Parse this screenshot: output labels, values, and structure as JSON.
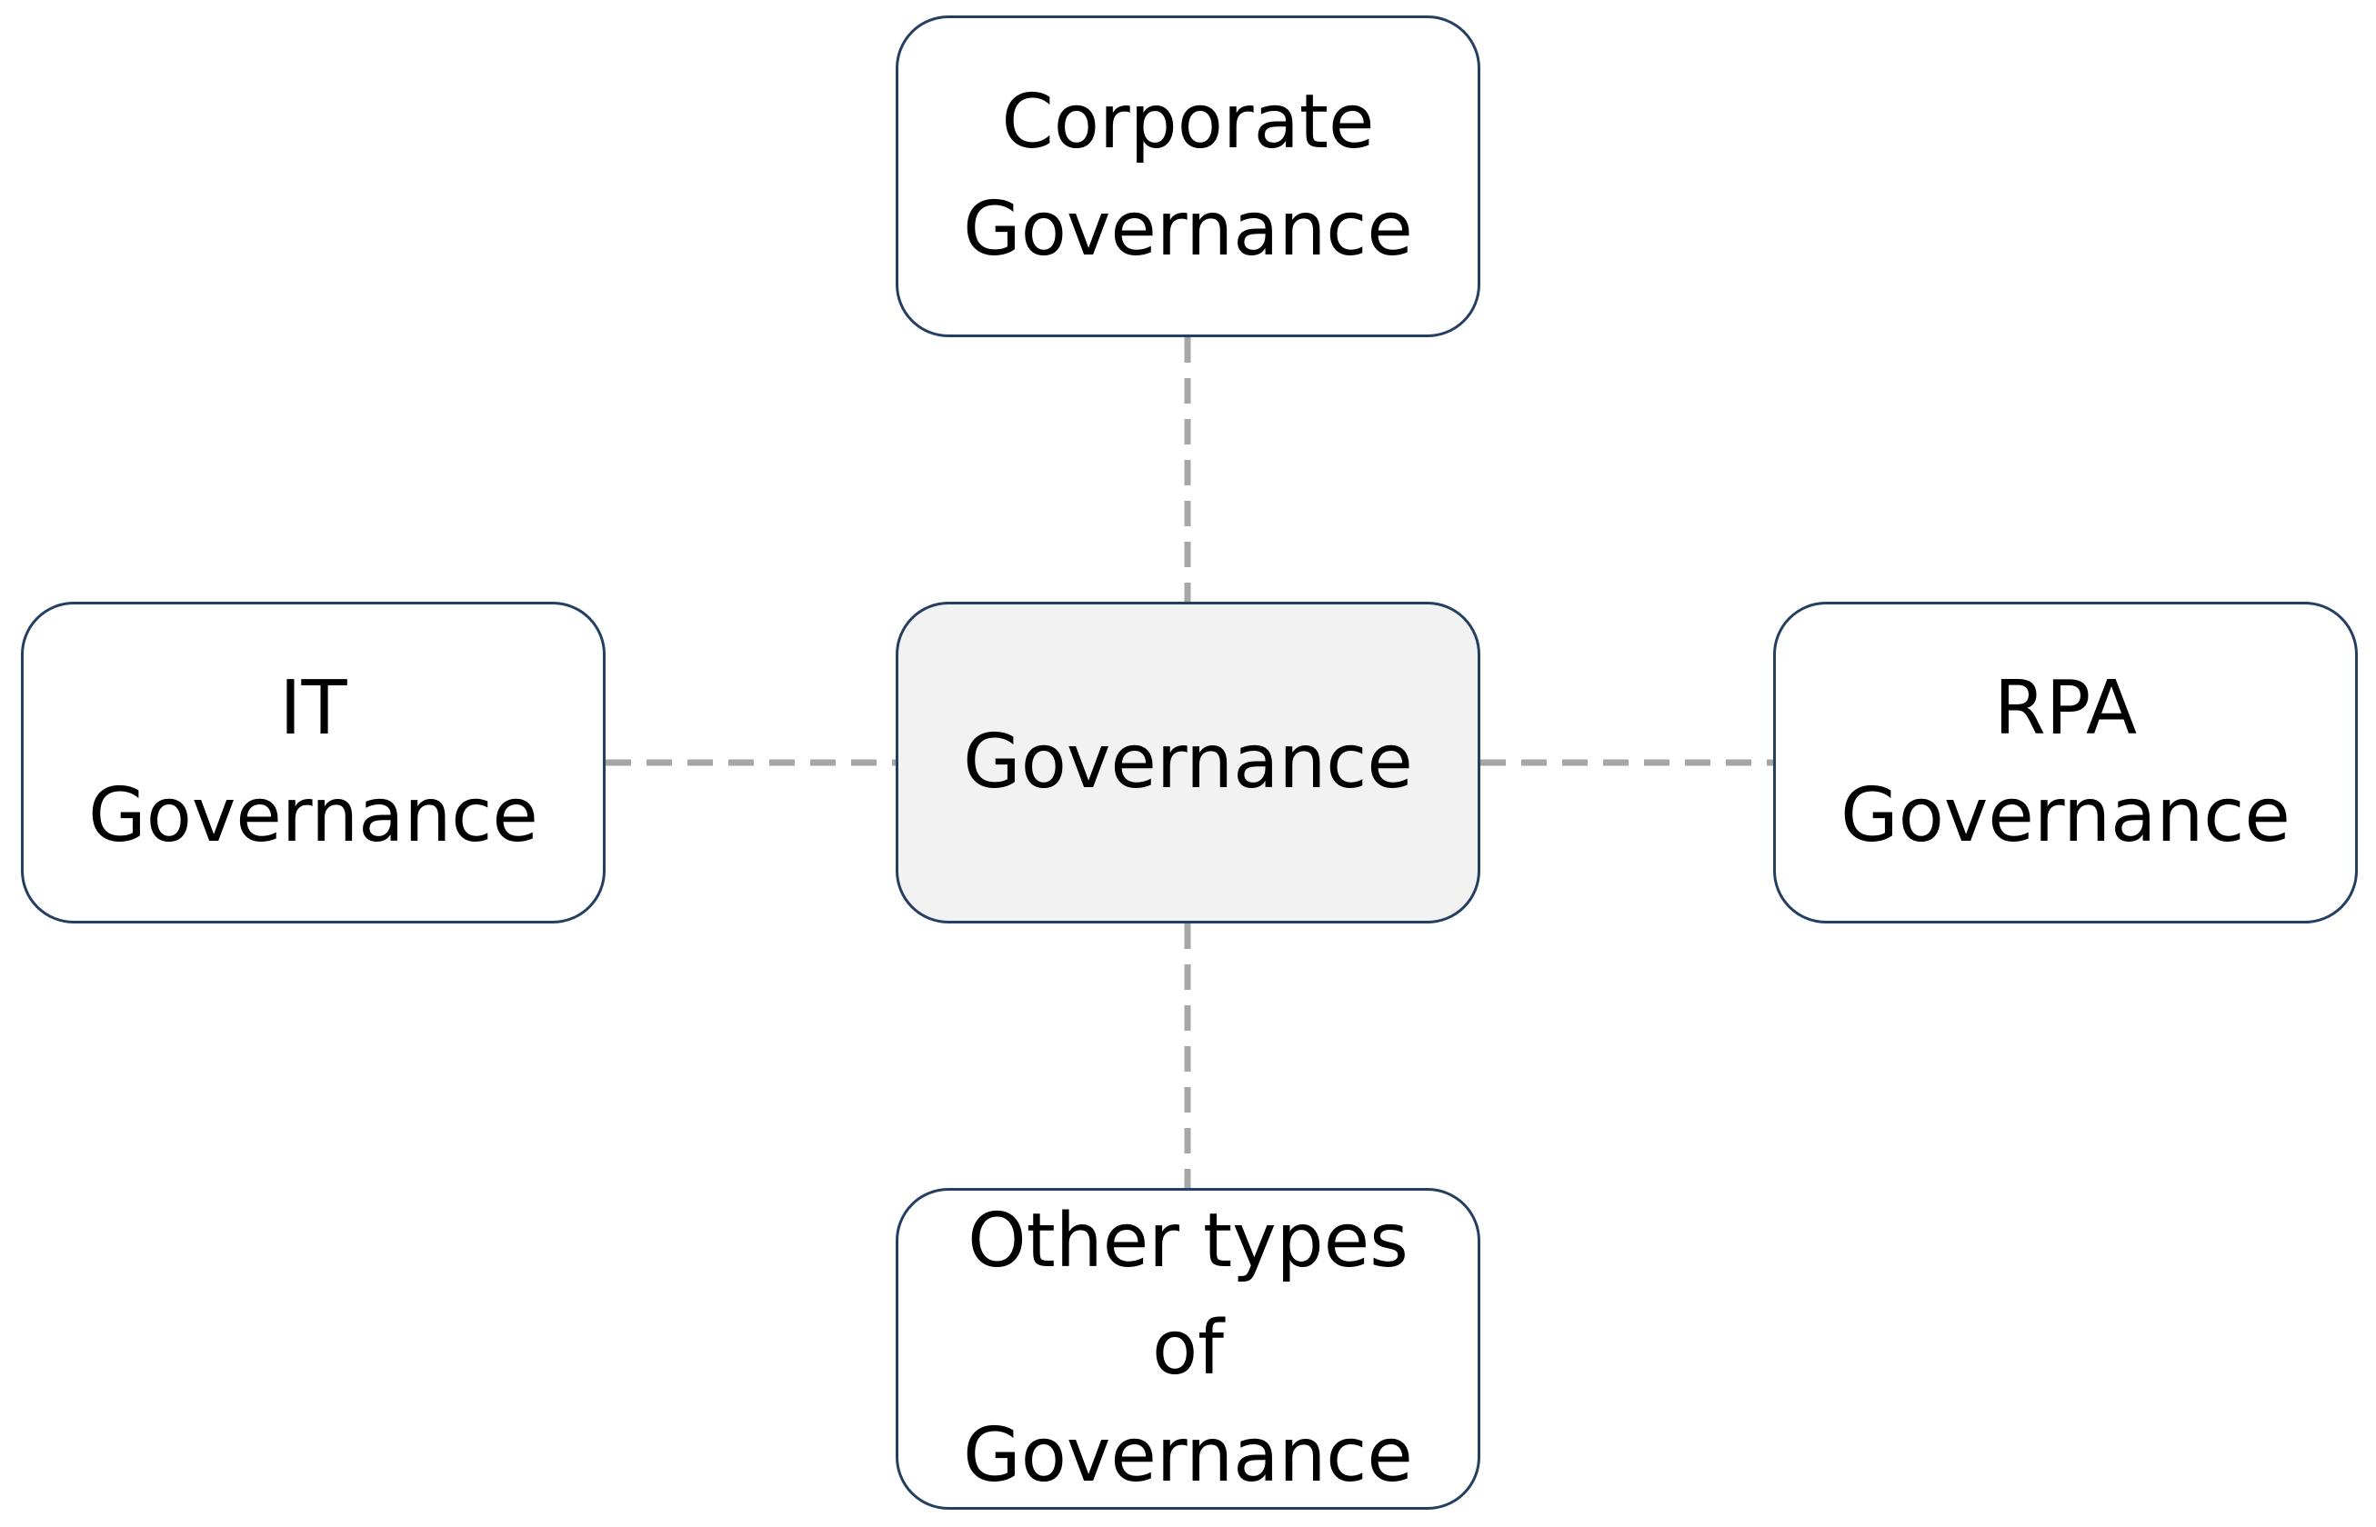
{
  "diagram": {
    "center": {
      "label": "Governance"
    },
    "nodes": [
      {
        "id": "top",
        "lines": [
          "Corporate",
          "Governance"
        ]
      },
      {
        "id": "left",
        "lines": [
          "IT",
          "Governance"
        ]
      },
      {
        "id": "right",
        "lines": [
          "RPA",
          "Governance"
        ]
      },
      {
        "id": "bottom",
        "lines": [
          "Other types",
          "of",
          "Governance"
        ]
      }
    ],
    "edges": [
      {
        "from": "center",
        "to": "top",
        "style": "dashed"
      },
      {
        "from": "center",
        "to": "left",
        "style": "dashed"
      },
      {
        "from": "center",
        "to": "right",
        "style": "dashed"
      },
      {
        "from": "center",
        "to": "bottom",
        "style": "dashed"
      }
    ],
    "colors": {
      "node_border": "#243f60",
      "center_fill": "#f2f2f2",
      "connector": "#a6a6a6"
    }
  }
}
